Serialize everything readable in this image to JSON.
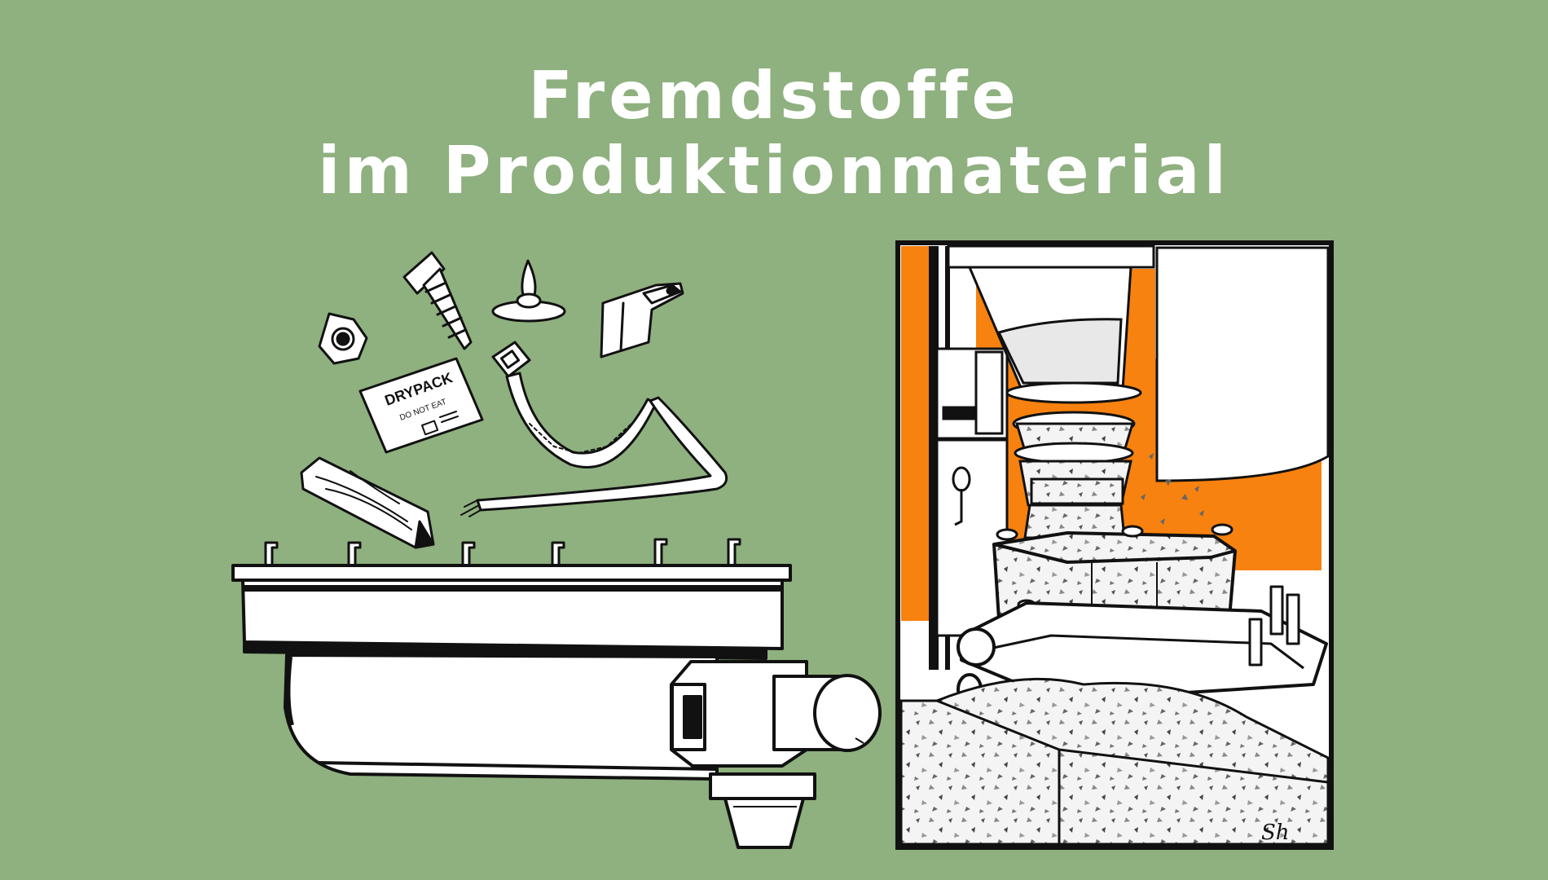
{
  "title": {
    "line1": "Fremdstoffe",
    "line2": "im Produktionmaterial"
  },
  "drypack": {
    "brand": "DRYPACK",
    "warning": "DO NOT EAT"
  },
  "colors": {
    "background": "#8fb07f",
    "accent": "#f7820f",
    "ink": "#111111",
    "paper": "#ffffff"
  },
  "left_illustration": {
    "foreign_objects": [
      "hex-nut-icon",
      "screw-icon",
      "thumbtack-icon",
      "metal-bracket-icon",
      "drypack-sachet",
      "cable-tie-icon",
      "wood-splinter-icon",
      "plastic-strip-icon"
    ],
    "machine": "vibratory-feeder-tray"
  },
  "right_illustration": {
    "scene": "tablet-press-hopper-with-contaminated-granulate",
    "signature": "Sh"
  }
}
